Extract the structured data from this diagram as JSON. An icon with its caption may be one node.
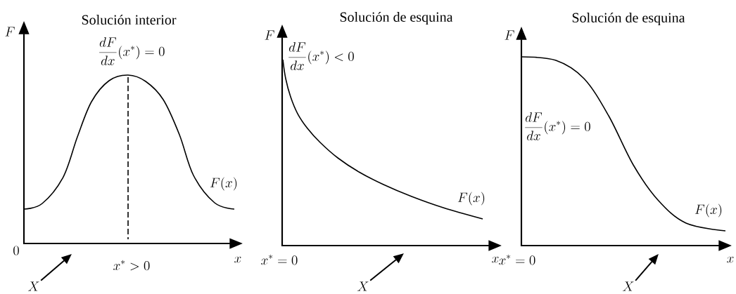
{
  "diagram": {
    "nodes": [
      {
        "text": [
          "X"
        ]
      },
      {
        "text": [
          "X"
        ]
      },
      {
        "text": [
          "X"
        ]
      }
    ],
    "edges": [
      {
        "from": 0,
        "to": null,
        "arrow": "to"
      },
      {
        "from": 1,
        "to": null,
        "arrow": "to"
      },
      {
        "from": 2,
        "to": null,
        "arrow": "to"
      }
    ],
    "labels": [
      "Solución interior",
      "F",
      "\\frac{dF}{dx}(x^*) = 0",
      "F(x)",
      "0",
      "x^* > 0",
      "x",
      "Solución de esquina",
      "F",
      "\\frac{dF}{dx}(x^*) < 0",
      "F(x)",
      "x^* = 0",
      "x",
      "Solución de esquina",
      "F",
      "\\frac{dF}{dx}(x^*) = 0",
      "F(x)",
      "x^* = 0",
      "x"
    ]
  }
}
